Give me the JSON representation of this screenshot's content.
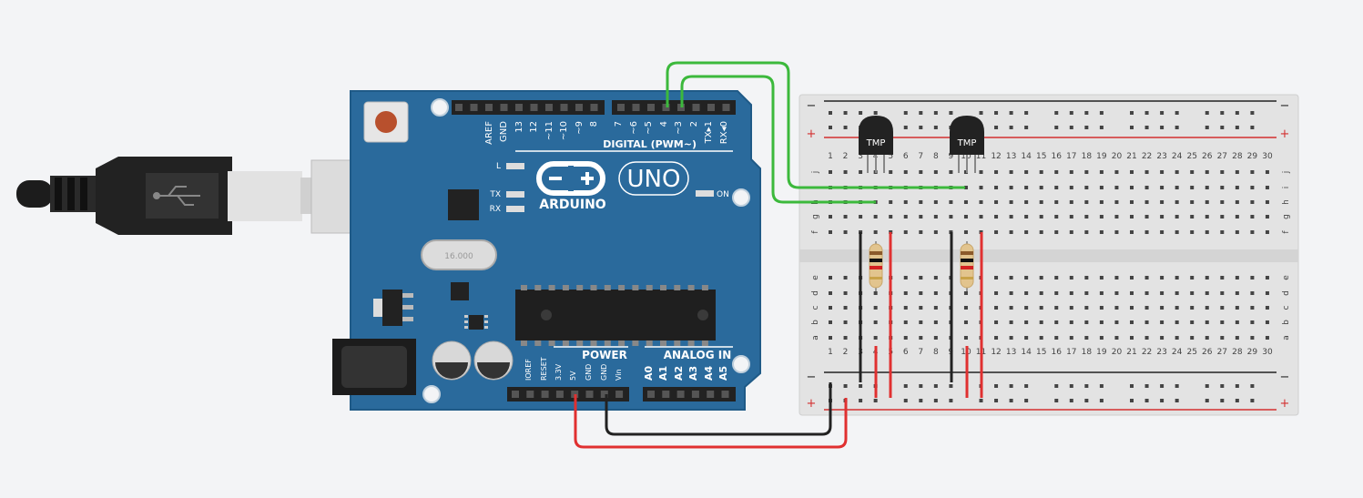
{
  "board": {
    "brand": "ARDUINO",
    "model": "UNO",
    "digital_header_label": "DIGITAL (PWM~)",
    "digital_pins": [
      "AREF",
      "GND",
      "13",
      "12",
      "~11",
      "~10",
      "~9",
      "8",
      "7",
      "~6",
      "~5",
      "4",
      "~3",
      "2",
      "TX▸1",
      "RX◂0"
    ],
    "power_header_label": "POWER",
    "power_pins": [
      "IOREF",
      "RESET",
      "3.3V",
      "5V",
      "GND",
      "GND",
      "Vin"
    ],
    "analog_header_label": "ANALOG IN",
    "analog_pins": [
      "A0",
      "A1",
      "A2",
      "A3",
      "A4",
      "A5"
    ],
    "led_labels": {
      "l": "L",
      "tx": "TX",
      "rx": "RX",
      "on": "ON"
    },
    "crystal_text": "16.000",
    "colors": {
      "board": "#2a6a9c",
      "header": "#222222"
    }
  },
  "breadboard": {
    "row_labels_top": [
      "j",
      "i",
      "h",
      "g",
      "f"
    ],
    "row_labels_bottom": [
      "e",
      "d",
      "c",
      "b",
      "a"
    ],
    "columns": [
      "1",
      "2",
      "3",
      "4",
      "5",
      "6",
      "7",
      "8",
      "9",
      "10",
      "11",
      "12",
      "13",
      "14",
      "15",
      "16",
      "17",
      "18",
      "19",
      "20",
      "21",
      "22",
      "23",
      "24",
      "25",
      "26",
      "27",
      "28",
      "29",
      "30"
    ],
    "rail_minus": "−",
    "rail_plus": "+"
  },
  "components": {
    "sensor_label": "TMP",
    "sensor_count": 2
  },
  "wires": {
    "colors": {
      "signal": "#3cb93c",
      "power": "#e03030",
      "ground": "#222222"
    }
  }
}
